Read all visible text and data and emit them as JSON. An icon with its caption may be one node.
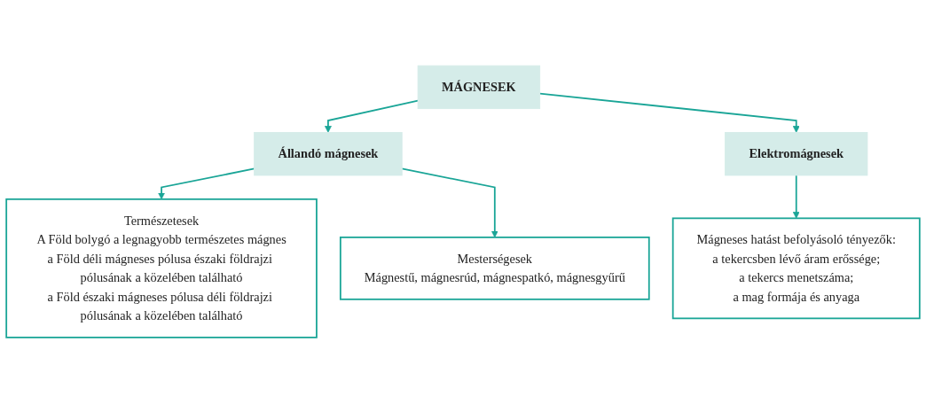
{
  "diagram": {
    "nodes": [
      {
        "text": [
          "MÁGNESEK"
        ]
      },
      {
        "text": [
          "Állandó mágnesek"
        ]
      },
      {
        "text": [
          "Elektromágnesek"
        ]
      },
      {
        "text": [
          "Természetesek",
          "A Föld bolygó a legnagyobb természetes mágnes",
          "a Föld déli mágneses pólusa északi földrajzi pólusának a közelében található",
          "a Föld északi mágneses pólusa déli földrajzi pólusának a közelében található"
        ]
      },
      {
        "text": [
          "Mesterségesek",
          "Mágnestű, mágnesrúd, mágnespatkó, mágnesgyűrű"
        ]
      },
      {
        "text": [
          "Mágneses hatást befolyásoló tényezők:",
          "a tekercsben lévő áram erőssége;",
          "a tekercs menetszáma;",
          "a mag formája és anyaga"
        ]
      }
    ],
    "edges": [
      {
        "from": 0,
        "to": 1,
        "arrow": "to"
      },
      {
        "from": 0,
        "to": 2,
        "arrow": "to"
      },
      {
        "from": 1,
        "to": 3,
        "arrow": "to"
      },
      {
        "from": 1,
        "to": 4,
        "arrow": "to"
      },
      {
        "from": 2,
        "to": 5,
        "arrow": "to"
      }
    ]
  }
}
